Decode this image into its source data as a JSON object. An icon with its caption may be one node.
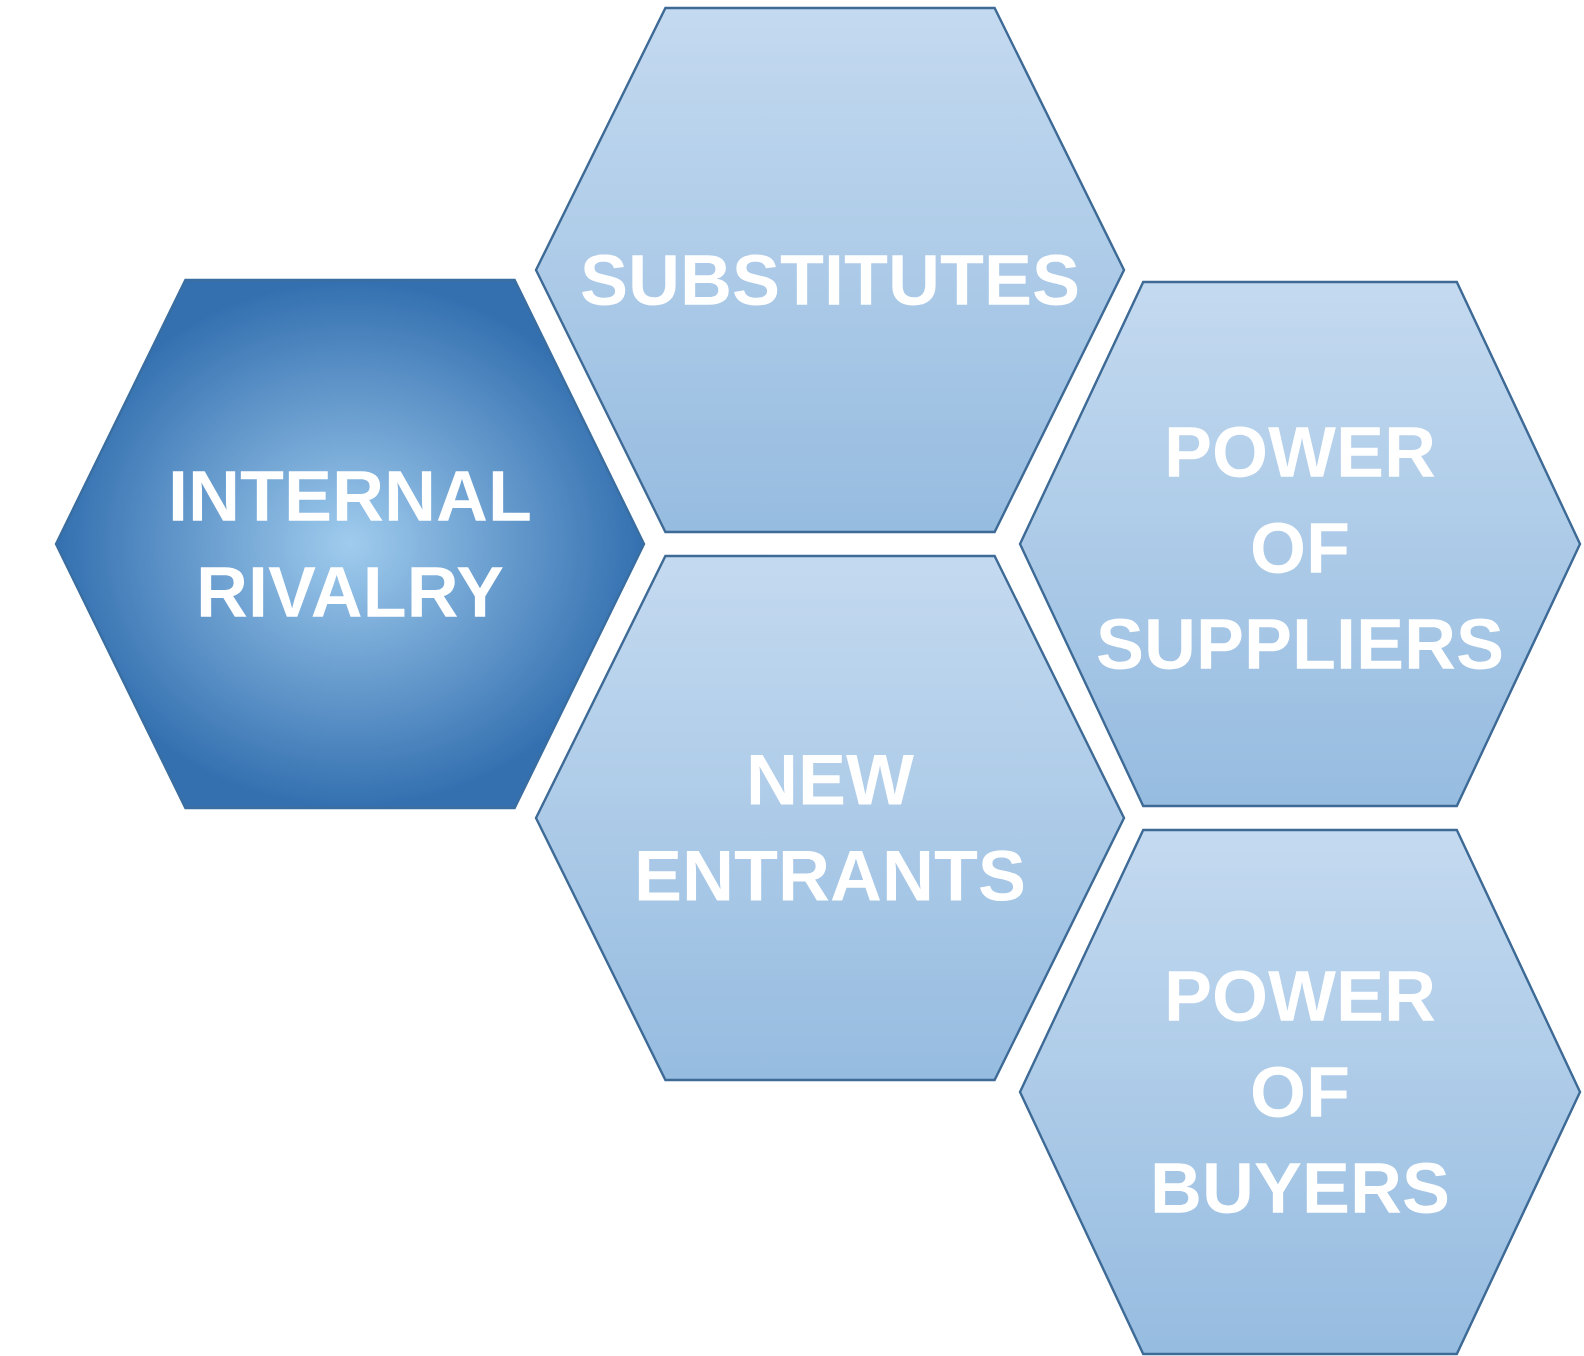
{
  "diagram": {
    "nodes": [
      {
        "text": [
          "INTERNAL RIVALRY"
        ]
      },
      {
        "text": [
          "SUBSTITUTES"
        ]
      },
      {
        "text": [
          "POWER OF SUPPLIERS"
        ]
      },
      {
        "text": [
          "NEW ENTRANTS"
        ]
      },
      {
        "text": [
          "POWER OF BUYERS"
        ]
      }
    ]
  }
}
